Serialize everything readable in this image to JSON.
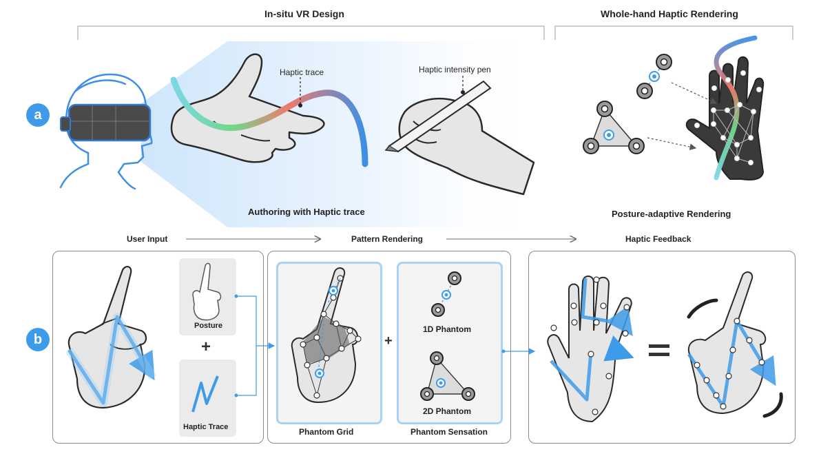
{
  "labels": {
    "in_situ": "In-situ VR Design",
    "whole_hand": "Whole-hand Haptic Rendering",
    "haptic_trace": "Haptic trace",
    "intensity_pen": "Haptic intensity pen",
    "authoring": "Authoring with Haptic trace",
    "posture_adaptive": "Posture-adaptive Rendering",
    "user_input": "User Input",
    "pattern_rendering": "Pattern Rendering",
    "haptic_feedback": "Haptic Feedback",
    "posture": "Posture",
    "haptic_trace_card": "Haptic Trace",
    "phantom_grid": "Phantom Grid",
    "phantom_1d": "1D Phantom",
    "phantom_2d": "2D Phantom",
    "phantom_sensation": "Phantom Sensation",
    "plus": "+",
    "equals": "="
  },
  "badges": {
    "a": "a",
    "b": "b"
  },
  "colors": {
    "accent": "#3d9be9",
    "panel_border": "#8a8a8a",
    "inner_border": "#a9d2f3"
  },
  "icons": [
    "vr-headset-icon",
    "hand-icon",
    "pen-icon",
    "actuator-icon",
    "arrow-icon"
  ]
}
